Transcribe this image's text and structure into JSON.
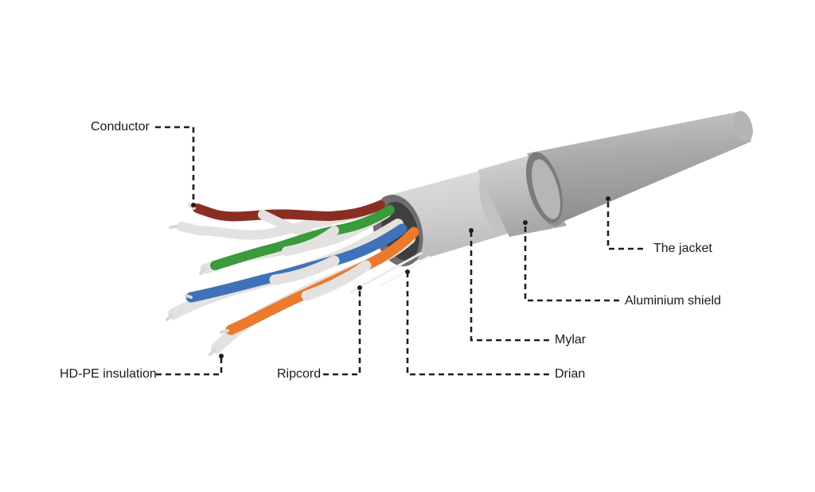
{
  "labels": {
    "conductor": "Conductor",
    "hdpe": "HD-PE insulation",
    "ripcord": "Ripcord",
    "drian": "Drian",
    "mylar": "Mylar",
    "aluminium": "Aluminium shield",
    "jacket": "The jacket"
  },
  "colors": {
    "jacket": "#a4a4a4",
    "shield": "#bcbcbc",
    "mylar": "#cfcfcf",
    "pair_brown": "#8b2e22",
    "pair_green": "#3a9a3c",
    "pair_blue": "#3f72b8",
    "pair_orange": "#ec7a2c",
    "pair_white": "#e4e2e0",
    "leader": "#2a1a12"
  }
}
